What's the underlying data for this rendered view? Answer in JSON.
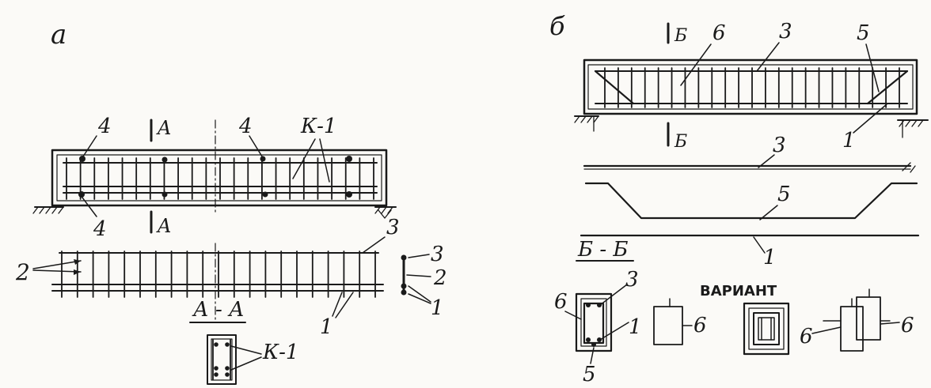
{
  "panel_a": {
    "label": "а",
    "section_mark": "A",
    "section_title": "А - А",
    "frame_label": "К-1",
    "rebar_numbers": {
      "n1": "1",
      "n2": "2",
      "n3": "3",
      "n4": "4"
    }
  },
  "panel_b": {
    "label": "б",
    "section_mark": "Б",
    "section_title": "Б - Б",
    "variant_label": "ВАРИАНТ",
    "rebar_numbers": {
      "n1": "1",
      "n3": "3",
      "n5": "5",
      "n6": "6"
    }
  },
  "colors": {
    "ink": "#1a1a1a",
    "paper": "#fbfaf7"
  }
}
